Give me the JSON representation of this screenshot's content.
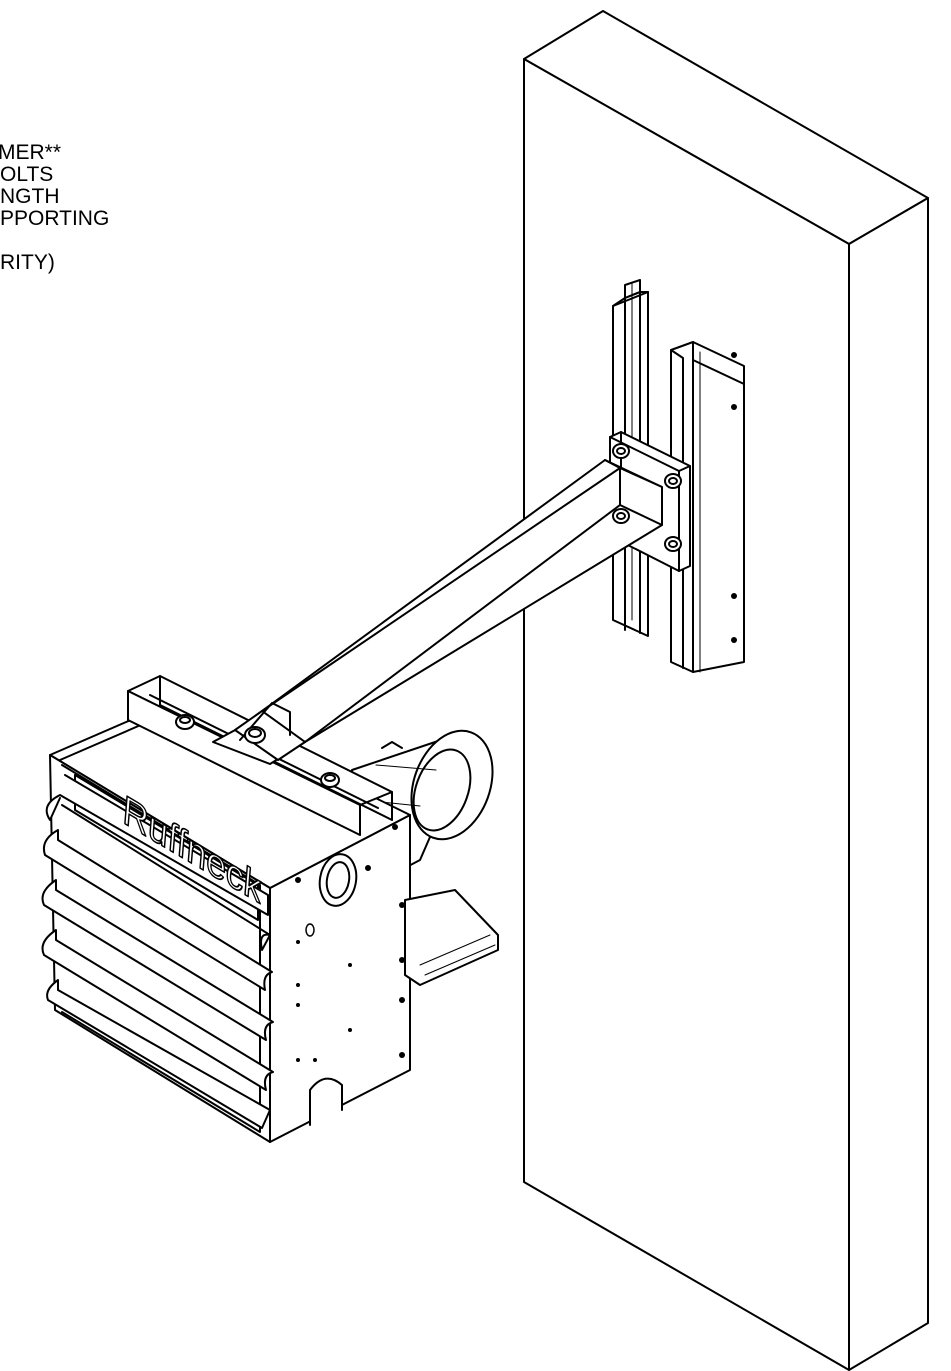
{
  "note": {
    "lines": [
      "MER**",
      "OLTS",
      "NGTH",
      "PPORTING",
      "",
      "RITY)"
    ]
  },
  "heater": {
    "brand": "Ruffneck"
  },
  "colors": {
    "line": "#000000",
    "background": "#ffffff"
  }
}
